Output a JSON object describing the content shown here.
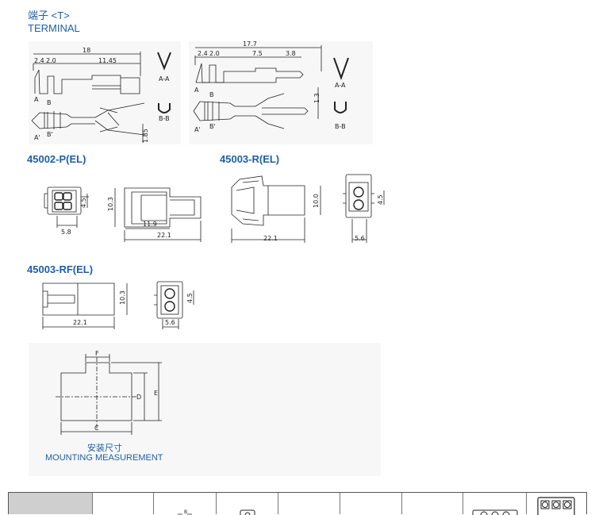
{
  "terminal": {
    "title_cn": "端子 <T>",
    "title_en": "TERMINAL",
    "left": {
      "dims": [
        "18",
        "2.4",
        "2.0",
        "11.45",
        "1.85"
      ],
      "labels": [
        "A-A",
        "B-B",
        "A",
        "B",
        "A'",
        "B'"
      ]
    },
    "right": {
      "dims": [
        "17.7",
        "2.4",
        "2.0",
        "7.5",
        "3.8",
        "1.3"
      ],
      "labels": [
        "A-A",
        "B-B",
        "A",
        "B",
        "A'",
        "B'"
      ]
    }
  },
  "parts": [
    {
      "title": "45002-P(EL)",
      "dims": [
        "4.5",
        "5.8",
        "10.3",
        "11.9",
        "22.1"
      ]
    },
    {
      "title": "45003-R(EL)",
      "dims": [
        "10.0",
        "22.1",
        "4.5",
        "5.6"
      ]
    },
    {
      "title": "45003-RF(EL)",
      "dims": [
        "10.3",
        "22.1",
        "4.5",
        "5.6"
      ]
    }
  ],
  "mounting": {
    "labels": [
      "F",
      "D",
      "E",
      "C"
    ],
    "caption_cn": "安装尺寸",
    "caption_en": "MOUNTING MEASUREMENT"
  },
  "table": {
    "header_color": "#cfcfcf",
    "icons": [
      "B-dimension-diagram",
      "single-cavity-housing",
      "three-cavity-housing",
      "six-cavity-housing"
    ]
  },
  "colors": {
    "accent": "#1f5fa8",
    "line": "#222222"
  }
}
